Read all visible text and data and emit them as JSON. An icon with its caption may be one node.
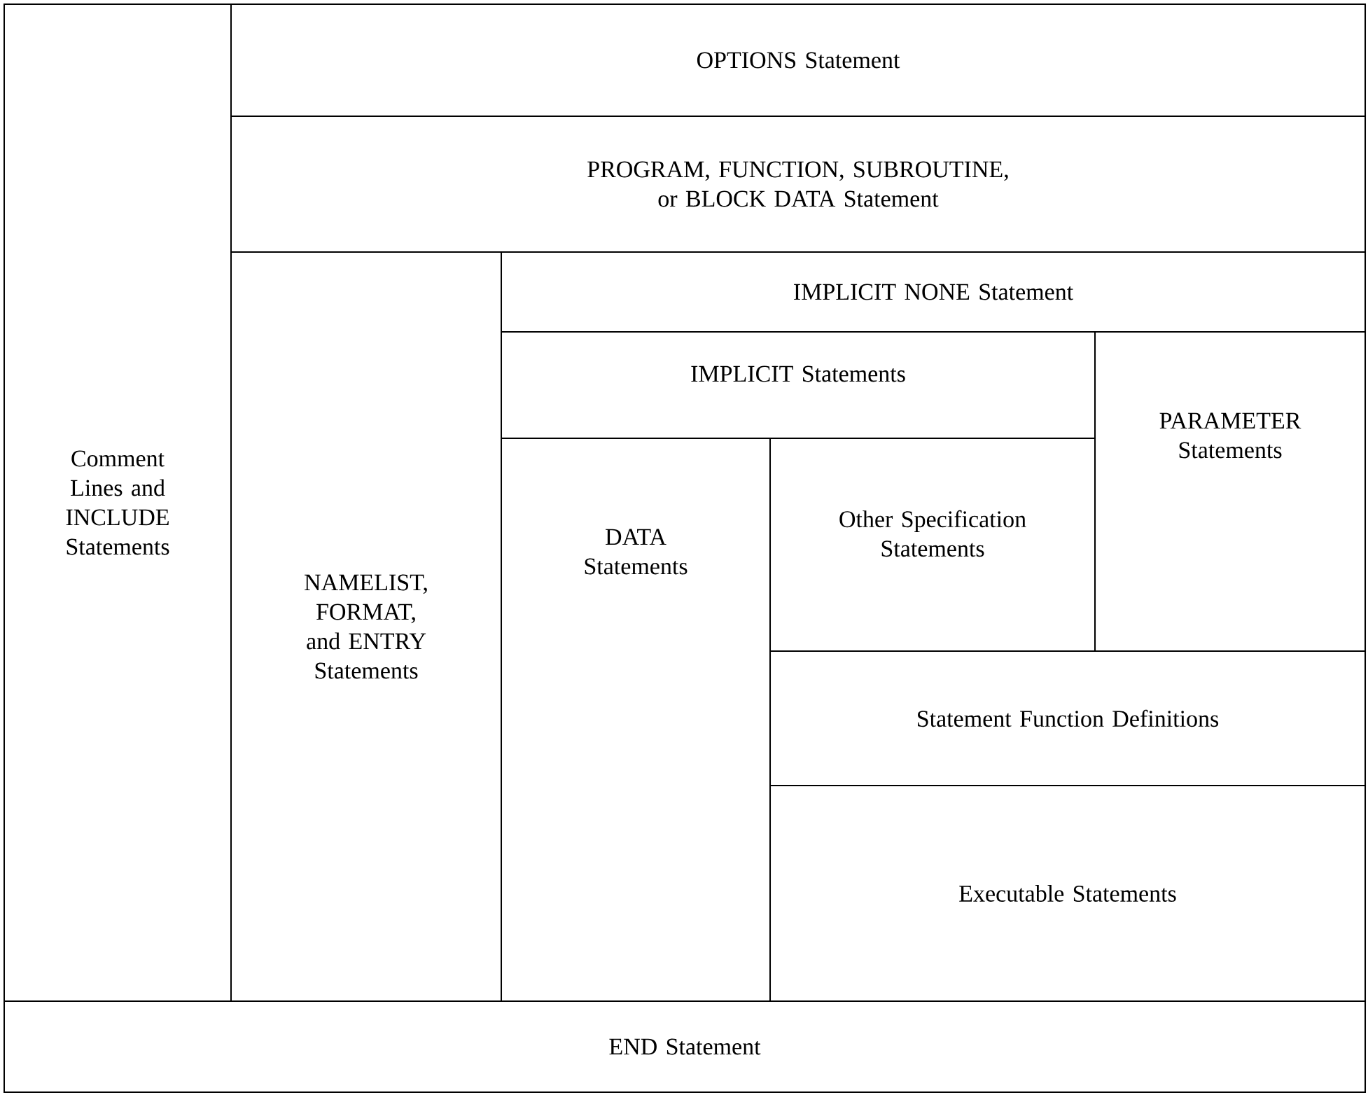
{
  "diagram": {
    "nodes": [
      {
        "text": [
          "Comment Lines and INCLUDE Statements"
        ]
      },
      {
        "text": [
          "OPTIONS Statement"
        ]
      },
      {
        "text": [
          "PROGRAM, FUNCTION, SUBROUTINE, or BLOCK DATA Statement"
        ]
      },
      {
        "text": [
          "NAMELIST, FORMAT, and ENTRY Statements"
        ]
      },
      {
        "text": [
          "IMPLICIT NONE Statement"
        ]
      },
      {
        "text": [
          "IMPLICIT Statements"
        ]
      },
      {
        "text": [
          "PARAMETER Statements"
        ]
      },
      {
        "text": [
          "DATA Statements"
        ]
      },
      {
        "text": [
          "Other Specification Statements"
        ]
      },
      {
        "text": [
          "Statement Function Definitions"
        ]
      },
      {
        "text": [
          "Executable Statements"
        ]
      },
      {
        "text": [
          "END Statement"
        ]
      }
    ]
  }
}
